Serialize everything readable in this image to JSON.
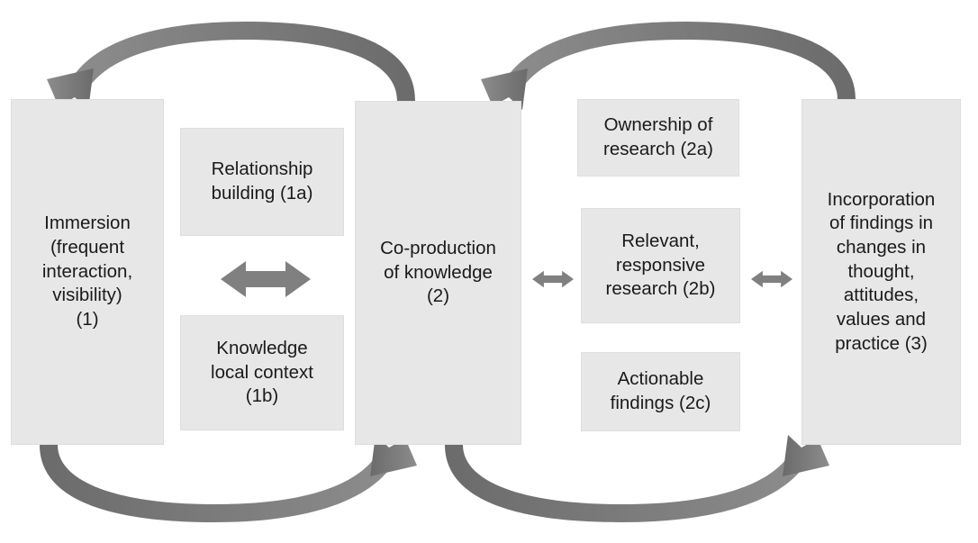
{
  "figure": {
    "kind": "cyclical process diagram",
    "palette": {
      "box_fill": "#e7e7e7",
      "box_border": "#dedede",
      "arrow_gray": "#808080",
      "arrow_gray_dark": "#6b6b6b",
      "text": "#1a1a1a",
      "background": "#ffffff"
    }
  },
  "nodes": {
    "immersion": {
      "id": "1",
      "label": "Immersion\n(frequent\ninteraction,\nvisibility)\n(1)"
    },
    "relationship_building": {
      "id": "1a",
      "label": "Relationship\nbuilding (1a)"
    },
    "knowledge_local_context": {
      "id": "1b",
      "label": "Knowledge\nlocal context\n(1b)"
    },
    "coproduction": {
      "id": "2",
      "label": "Co-production\nof knowledge\n(2)"
    },
    "ownership_of_research": {
      "id": "2a",
      "label": "Ownership of\nresearch (2a)"
    },
    "relevant_responsive_research": {
      "id": "2b",
      "label": "Relevant,\nresponsive\nresearch (2b)"
    },
    "actionable_findings": {
      "id": "2c",
      "label": "Actionable\nfindings (2c)"
    },
    "incorporation": {
      "id": "3",
      "label": "Incorporation\nof findings in\nchanges in\nthought,\nattitudes,\nvalues and\npractice (3)"
    }
  },
  "connectors": {
    "bidirectional": [
      {
        "name": "immersion-to-stage1-subitems",
        "icon": "double-headed-arrow",
        "from": "1",
        "to": "1a / 1b"
      },
      {
        "name": "coproduction-to-stage2-subitems",
        "icon": "double-headed-arrow",
        "from": "2",
        "to": "2a / 2b / 2c"
      },
      {
        "name": "stage2-subitems-to-incorporation",
        "icon": "double-headed-arrow",
        "from": "2a / 2b / 2c",
        "to": "3"
      }
    ],
    "curved": [
      {
        "name": "feedback-coproduction-to-immersion",
        "icon": "curved-arrow-left",
        "from": "2",
        "to": "1",
        "position": "top-left"
      },
      {
        "name": "feedback-incorporation-to-coproduction",
        "icon": "curved-arrow-left",
        "from": "3",
        "to": "2",
        "position": "top-right"
      },
      {
        "name": "flow-immersion-to-coproduction",
        "icon": "curved-arrow-right",
        "from": "1",
        "to": "2",
        "position": "bottom-left"
      },
      {
        "name": "flow-coproduction-to-incorporation",
        "icon": "curved-arrow-right",
        "from": "2",
        "to": "3",
        "position": "bottom-right"
      }
    ]
  }
}
